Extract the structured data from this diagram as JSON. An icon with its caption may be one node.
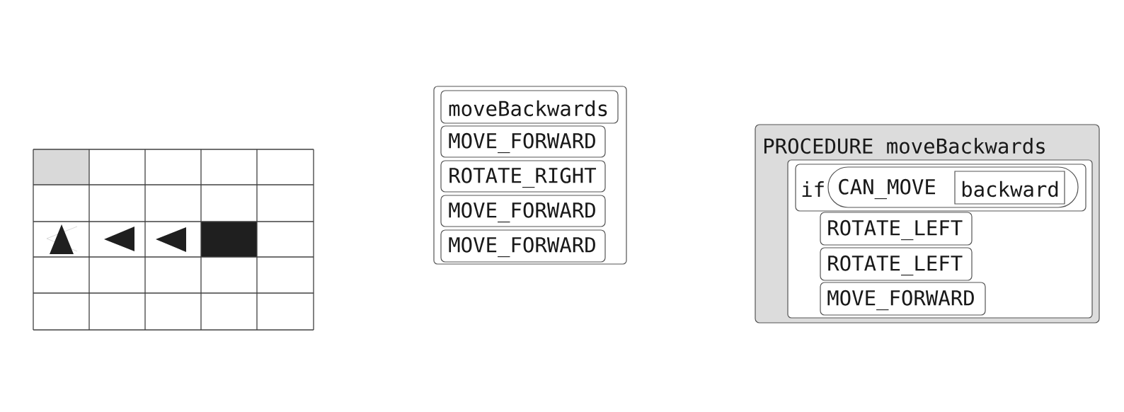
{
  "diagram": {
    "nodes": [
      {
        "text": [],
        "shape": "box"
      },
      {
        "text": [
          "moveBackwards"
        ],
        "in": 0
      },
      {
        "text": [
          "MOVE_FORWARD"
        ],
        "in": 0
      },
      {
        "text": [
          "ROTATE_RIGHT"
        ],
        "in": 0
      },
      {
        "text": [
          "MOVE_FORWARD"
        ],
        "in": 0
      },
      {
        "text": [
          "MOVE_FORWARD"
        ],
        "in": 0
      },
      {
        "text": [
          "PROCEDURE moveBackwards"
        ]
      },
      {
        "text": [],
        "shape": "box",
        "in": 6
      },
      {
        "text": [
          "if"
        ],
        "in": 7
      },
      {
        "text": [
          "CAN_MOVE"
        ],
        "in": 8
      },
      {
        "text": [
          "backward"
        ],
        "in": 9
      },
      {
        "text": [
          "ROTATE_LEFT"
        ],
        "in": 7
      },
      {
        "text": [
          "ROTATE_LEFT"
        ],
        "in": 7
      },
      {
        "text": [
          "MOVE_FORWARD"
        ],
        "in": 7
      }
    ]
  }
}
